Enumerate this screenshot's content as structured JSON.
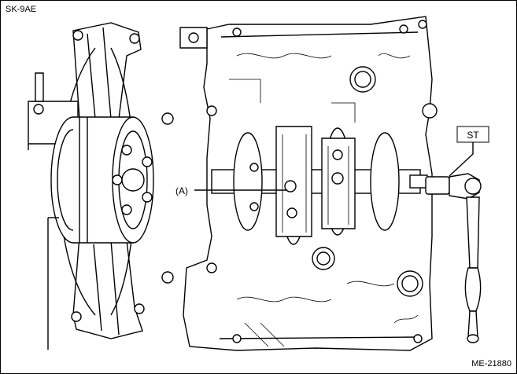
{
  "header": {
    "model_code": "SK-9AE"
  },
  "callouts": {
    "part_a": "(A)",
    "special_tool": "ST"
  },
  "footer": {
    "figure_number": "ME-21880"
  }
}
